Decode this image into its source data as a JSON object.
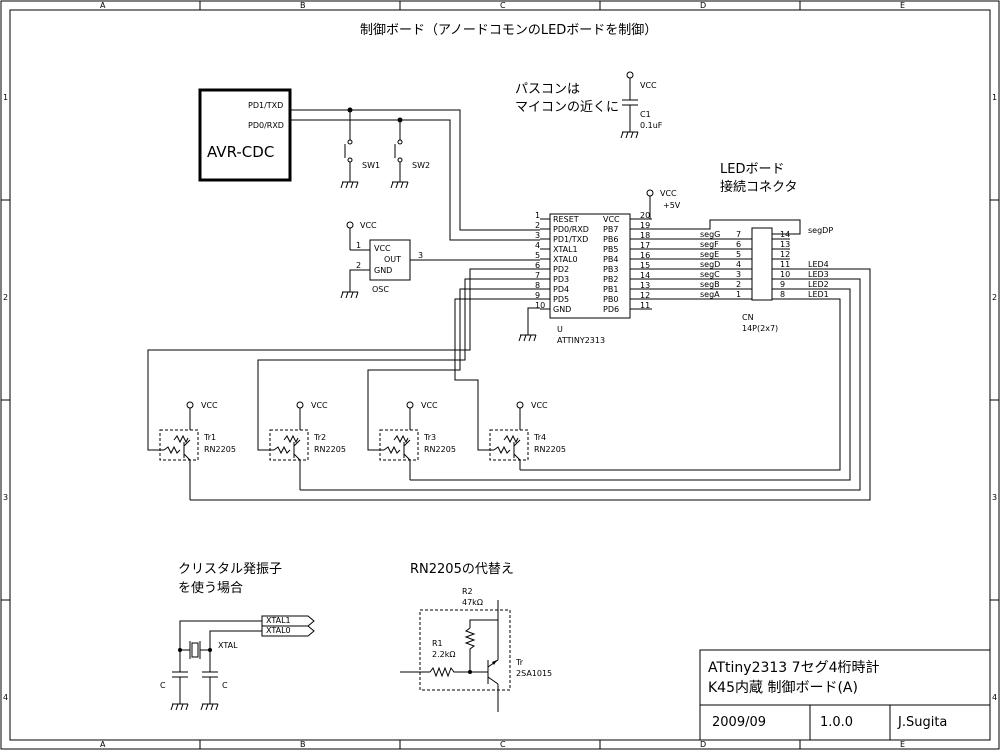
{
  "frame": {
    "col_labels": [
      "A",
      "B",
      "C",
      "D",
      "E"
    ],
    "row_labels": [
      "1",
      "2",
      "3",
      "4"
    ]
  },
  "title": "制御ボード（アノードコモンのLEDボードを制御）",
  "note_bypass": [
    "パスコンは",
    "マイコンの近くに"
  ],
  "avr": {
    "label": "AVR-CDC",
    "pin_txd": "PD1/TXD",
    "pin_rxd": "PD0/RXD"
  },
  "sw1": "SW1",
  "sw2": "SW2",
  "vcc": "VCC",
  "vcc5": "+5V",
  "c1": {
    "ref": "C1",
    "value": "0.1uF"
  },
  "osc": {
    "ref": "OSC",
    "vcc": "VCC",
    "out": "OUT",
    "gnd": "GND",
    "pin1": "1",
    "pin2": "2",
    "pin3": "3"
  },
  "mcu": {
    "ref": "U",
    "part": "ATTINY2313",
    "left_pins": [
      {
        "num": "1",
        "name": "RESET"
      },
      {
        "num": "2",
        "name": "PD0/RXD"
      },
      {
        "num": "3",
        "name": "PD1/TXD"
      },
      {
        "num": "4",
        "name": "XTAL1"
      },
      {
        "num": "5",
        "name": "XTAL0"
      },
      {
        "num": "6",
        "name": "PD2"
      },
      {
        "num": "7",
        "name": "PD3"
      },
      {
        "num": "8",
        "name": "PD4"
      },
      {
        "num": "9",
        "name": "PD5"
      },
      {
        "num": "10",
        "name": "GND"
      }
    ],
    "right_pins": [
      {
        "num": "20",
        "name": "VCC"
      },
      {
        "num": "19",
        "name": "PB7"
      },
      {
        "num": "18",
        "name": "PB6"
      },
      {
        "num": "17",
        "name": "PB5"
      },
      {
        "num": "16",
        "name": "PB4"
      },
      {
        "num": "15",
        "name": "PB3"
      },
      {
        "num": "14",
        "name": "PB2"
      },
      {
        "num": "13",
        "name": "PB1"
      },
      {
        "num": "12",
        "name": "PB0"
      },
      {
        "num": "11",
        "name": "PD6"
      }
    ]
  },
  "led_board_label": [
    "LEDボード",
    "接続コネクタ"
  ],
  "cn": {
    "ref": "CN",
    "part": "14P(2x7)",
    "left": [
      {
        "seg": "segG",
        "pin": "7"
      },
      {
        "seg": "segF",
        "pin": "6"
      },
      {
        "seg": "segE",
        "pin": "5"
      },
      {
        "seg": "segD",
        "pin": "4"
      },
      {
        "seg": "segC",
        "pin": "3"
      },
      {
        "seg": "segB",
        "pin": "2"
      },
      {
        "seg": "segA",
        "pin": "1"
      }
    ],
    "right": [
      {
        "pin": "14",
        "net": "segDP"
      },
      {
        "pin": "13",
        "net": ""
      },
      {
        "pin": "12",
        "net": ""
      },
      {
        "pin": "11",
        "net": "LED4"
      },
      {
        "pin": "10",
        "net": "LED3"
      },
      {
        "pin": "9",
        "net": "LED2"
      },
      {
        "pin": "8",
        "net": "LED1"
      }
    ]
  },
  "transistors": [
    {
      "ref": "Tr1",
      "part": "RN2205"
    },
    {
      "ref": "Tr2",
      "part": "RN2205"
    },
    {
      "ref": "Tr3",
      "part": "RN2205"
    },
    {
      "ref": "Tr4",
      "part": "RN2205"
    }
  ],
  "crystal": {
    "heading": [
      "クリスタル発振子",
      "を使う場合"
    ],
    "xtal1": "XTAL1",
    "xtal0": "XTAL0",
    "xtal": "XTAL",
    "c": "C"
  },
  "alt": {
    "heading": "RN2205の代替え",
    "r2": "R2",
    "r2v": "47kΩ",
    "r1": "R1",
    "r1v": "2.2kΩ",
    "tr": "Tr",
    "trp": "2SA1015"
  },
  "titleblock": {
    "line1": "ATtiny2313 7セグ4桁時計",
    "line2": "K45内蔵 制御ボード(A)",
    "date": "2009/09",
    "rev": "1.0.0",
    "author": "J.Sugita"
  }
}
